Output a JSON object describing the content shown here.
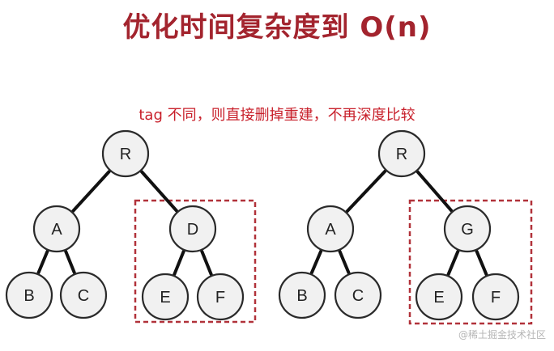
{
  "title": "优化时间复杂度到 O(n)",
  "subtitle": "tag 不同，则直接删掉重建，不再深度比较",
  "watermark": "@稀土掘金技术社区",
  "colors": {
    "title": "#a3242e",
    "subtitle": "#c8202b",
    "highlight_box": "#b1323a",
    "node_fill": "#f1f1f1",
    "node_stroke": "#2a2a2a",
    "edge": "#111111"
  },
  "trees": [
    {
      "nodes": [
        {
          "id": "R",
          "label": "R"
        },
        {
          "id": "A",
          "label": "A"
        },
        {
          "id": "D",
          "label": "D"
        },
        {
          "id": "B",
          "label": "B"
        },
        {
          "id": "C",
          "label": "C"
        },
        {
          "id": "E",
          "label": "E"
        },
        {
          "id": "F",
          "label": "F"
        }
      ],
      "edges": [
        [
          "R",
          "A"
        ],
        [
          "R",
          "D"
        ],
        [
          "A",
          "B"
        ],
        [
          "A",
          "C"
        ],
        [
          "D",
          "E"
        ],
        [
          "D",
          "F"
        ]
      ],
      "highlighted_subtree": "D"
    },
    {
      "nodes": [
        {
          "id": "R",
          "label": "R"
        },
        {
          "id": "A",
          "label": "A"
        },
        {
          "id": "G",
          "label": "G"
        },
        {
          "id": "B",
          "label": "B"
        },
        {
          "id": "C",
          "label": "C"
        },
        {
          "id": "E",
          "label": "E"
        },
        {
          "id": "F",
          "label": "F"
        }
      ],
      "edges": [
        [
          "R",
          "A"
        ],
        [
          "R",
          "G"
        ],
        [
          "A",
          "B"
        ],
        [
          "A",
          "C"
        ],
        [
          "G",
          "E"
        ],
        [
          "G",
          "F"
        ]
      ],
      "highlighted_subtree": "G"
    }
  ]
}
